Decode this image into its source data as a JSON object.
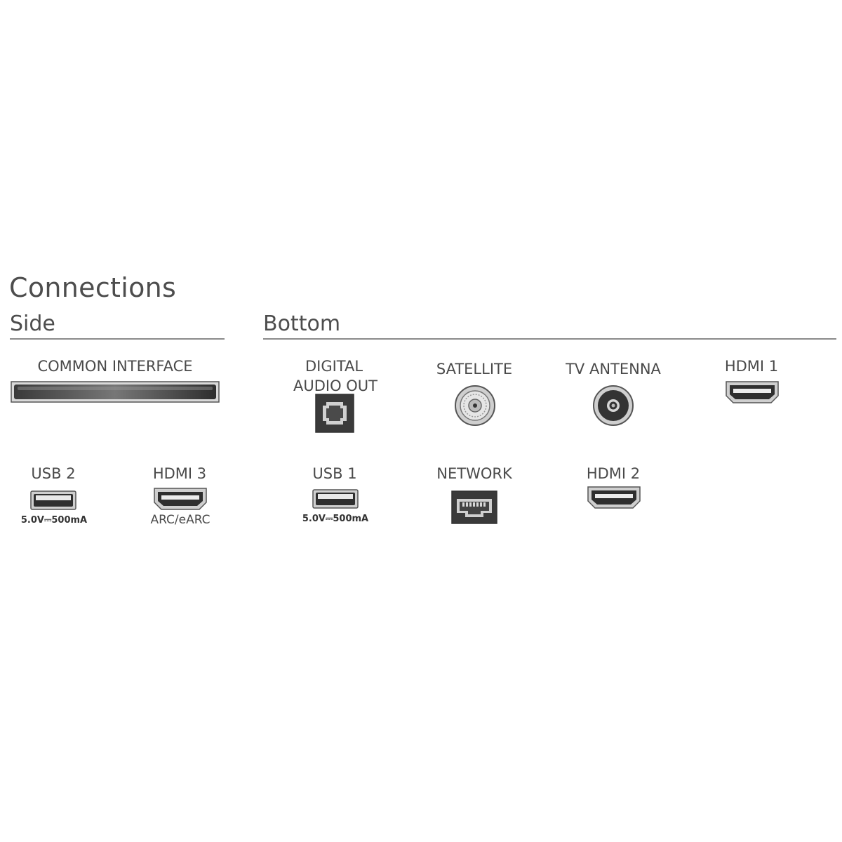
{
  "title": "Connections",
  "side": {
    "heading": "Side",
    "common_interface": {
      "label": "COMMON INTERFACE",
      "icon": "common-interface-slot-icon"
    },
    "usb2": {
      "label": "USB 2",
      "spec": "5.0V⎓500mA",
      "icon": "usb-port-icon"
    },
    "hdmi3": {
      "label": "HDMI 3",
      "sub": "ARC/eARC",
      "icon": "hdmi-port-icon"
    }
  },
  "bottom": {
    "heading": "Bottom",
    "digital_audio": {
      "label_line1": "DIGITAL",
      "label_line2": "AUDIO OUT",
      "icon": "optical-port-icon"
    },
    "satellite": {
      "label": "SATELLITE",
      "icon": "f-connector-icon"
    },
    "tv_antenna": {
      "label": "TV ANTENNA",
      "icon": "coax-port-icon"
    },
    "hdmi1": {
      "label": "HDMI 1",
      "icon": "hdmi-port-icon"
    },
    "usb1": {
      "label": "USB 1",
      "spec": "5.0V⎓500mA",
      "icon": "usb-port-icon"
    },
    "network": {
      "label": "NETWORK",
      "icon": "ethernet-port-icon"
    },
    "hdmi2": {
      "label": "HDMI 2",
      "icon": "hdmi-port-icon"
    }
  }
}
